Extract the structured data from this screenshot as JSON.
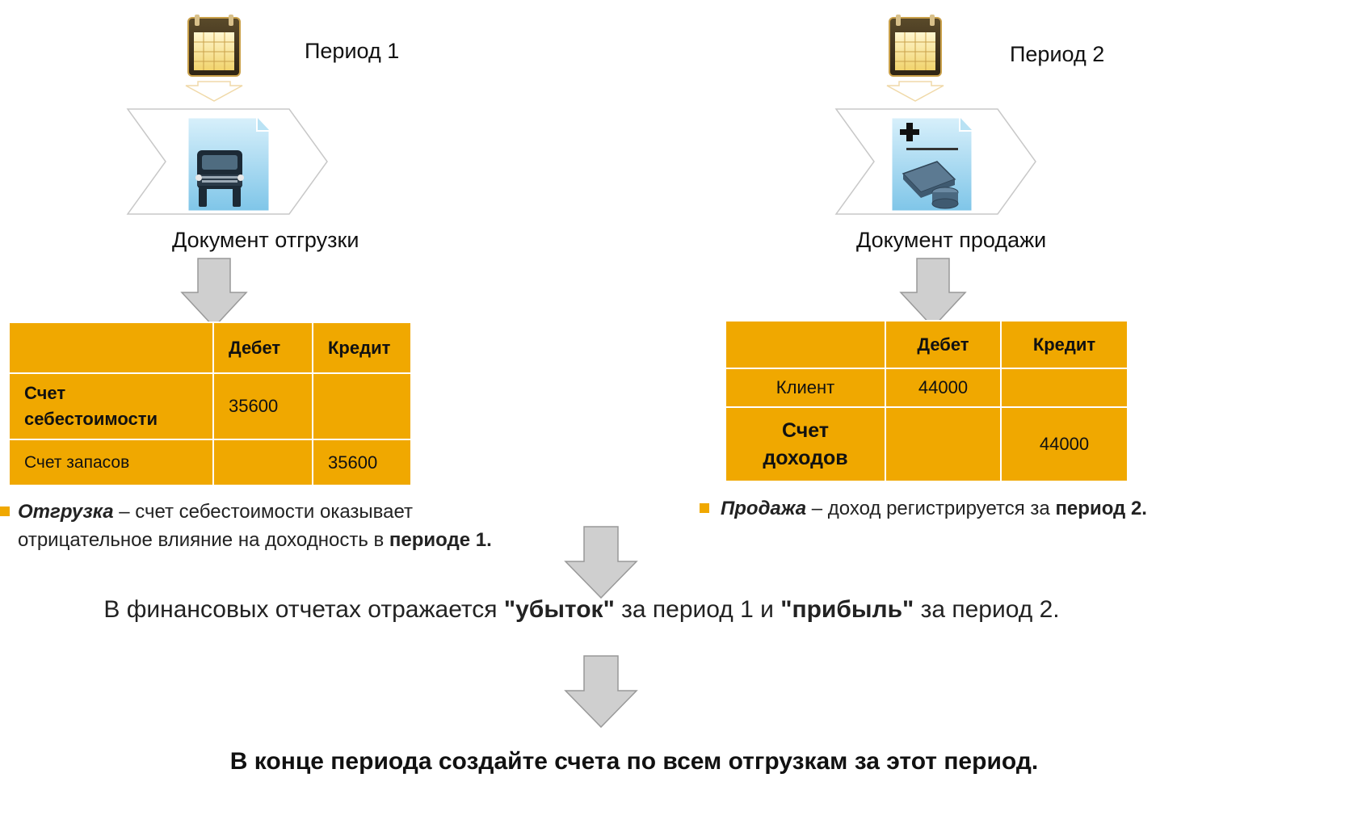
{
  "left": {
    "period_label": "Период 1",
    "icon_calendar": "calendar-icon",
    "icon_document": "truck-document-icon",
    "document_label": "Документ отгрузки",
    "table": {
      "headers": [
        "",
        "Дебет",
        "Кредит"
      ],
      "rows": [
        {
          "account": "Счет себестоимости",
          "debit": "35600",
          "credit": ""
        },
        {
          "account": "Счет запасов",
          "debit": "",
          "credit": "35600"
        }
      ]
    },
    "bullet": {
      "term": "Отгрузка",
      "text": " – счет себестоимости оказывает отрицательное влияние на доходность в ",
      "bold_end": "периоде 1."
    }
  },
  "right": {
    "period_label": "Период 2",
    "icon_calendar": "calendar-icon",
    "icon_document": "money-document-icon",
    "document_label": "Документ продажи",
    "table": {
      "headers": [
        "",
        "Дебет",
        "Кредит"
      ],
      "rows": [
        {
          "account": "Клиент",
          "debit": "44000",
          "credit": ""
        },
        {
          "account": "Счет доходов",
          "debit": "",
          "credit": "44000"
        }
      ]
    },
    "bullet": {
      "term": "Продажа",
      "text": " – доход регистрируется за ",
      "bold_end": "период 2."
    }
  },
  "middle": {
    "part1": "В финансовых отчетах отражается ",
    "loss": "\"убыток\"",
    "part2": " за период 1 и ",
    "profit": "\"прибыль\"",
    "part3": " за период 2."
  },
  "conclusion": "В конце периода создайте счета по всем отгрузкам за этот период.",
  "colors": {
    "table_fill": "#f0a800",
    "arrow_fill": "#cfcfcf",
    "arrow_stroke": "#999999",
    "calendar_border": "#f0d9a8"
  }
}
